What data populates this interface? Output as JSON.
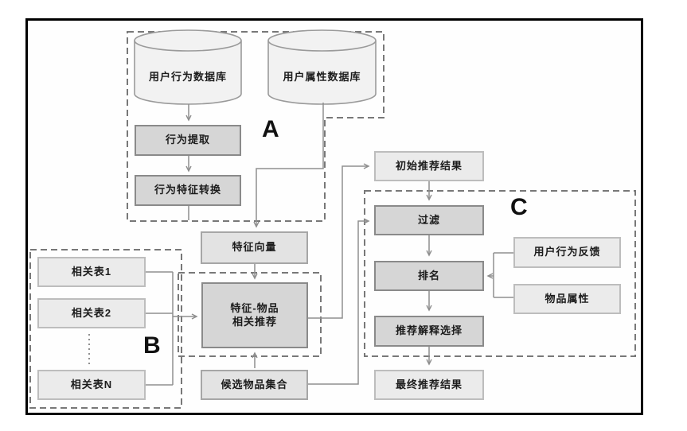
{
  "diagram": {
    "groups": {
      "a_label": "A",
      "b_label": "B",
      "c_label": "C"
    },
    "databases": {
      "behavior": "用户行为数据库",
      "attribute": "用户属性数据库"
    },
    "nodes": {
      "behavior_extraction": "行为提取",
      "behavior_feature_conversion": "行为特征转换",
      "feature_vector": "特征向量",
      "initial_results": "初始推荐结果",
      "filter": "过滤",
      "ranking": "排名",
      "user_behavior_feedback": "用户行为反馈",
      "item_attributes": "物品属性",
      "explanation_selection": "推荐解释选择",
      "final_results": "最终推荐结果",
      "related_table_1": "相关表1",
      "related_table_2": "相关表2",
      "related_table_n": "相关表N",
      "feature_item_line1": "特征-物品",
      "feature_item_line2": "相关推荐",
      "candidate_items": "候选物品集合"
    },
    "colors": {
      "io_fill": "#ebebeb",
      "io_border": "#bdbdbd",
      "mid_fill": "#e3e3e3",
      "mid_border": "#a6a6a6",
      "process_fill": "#d6d6d6",
      "process_border": "#8a8a8a",
      "connector": "#8f8f8f",
      "group_dash": "#787878",
      "frame": "#000000"
    }
  }
}
